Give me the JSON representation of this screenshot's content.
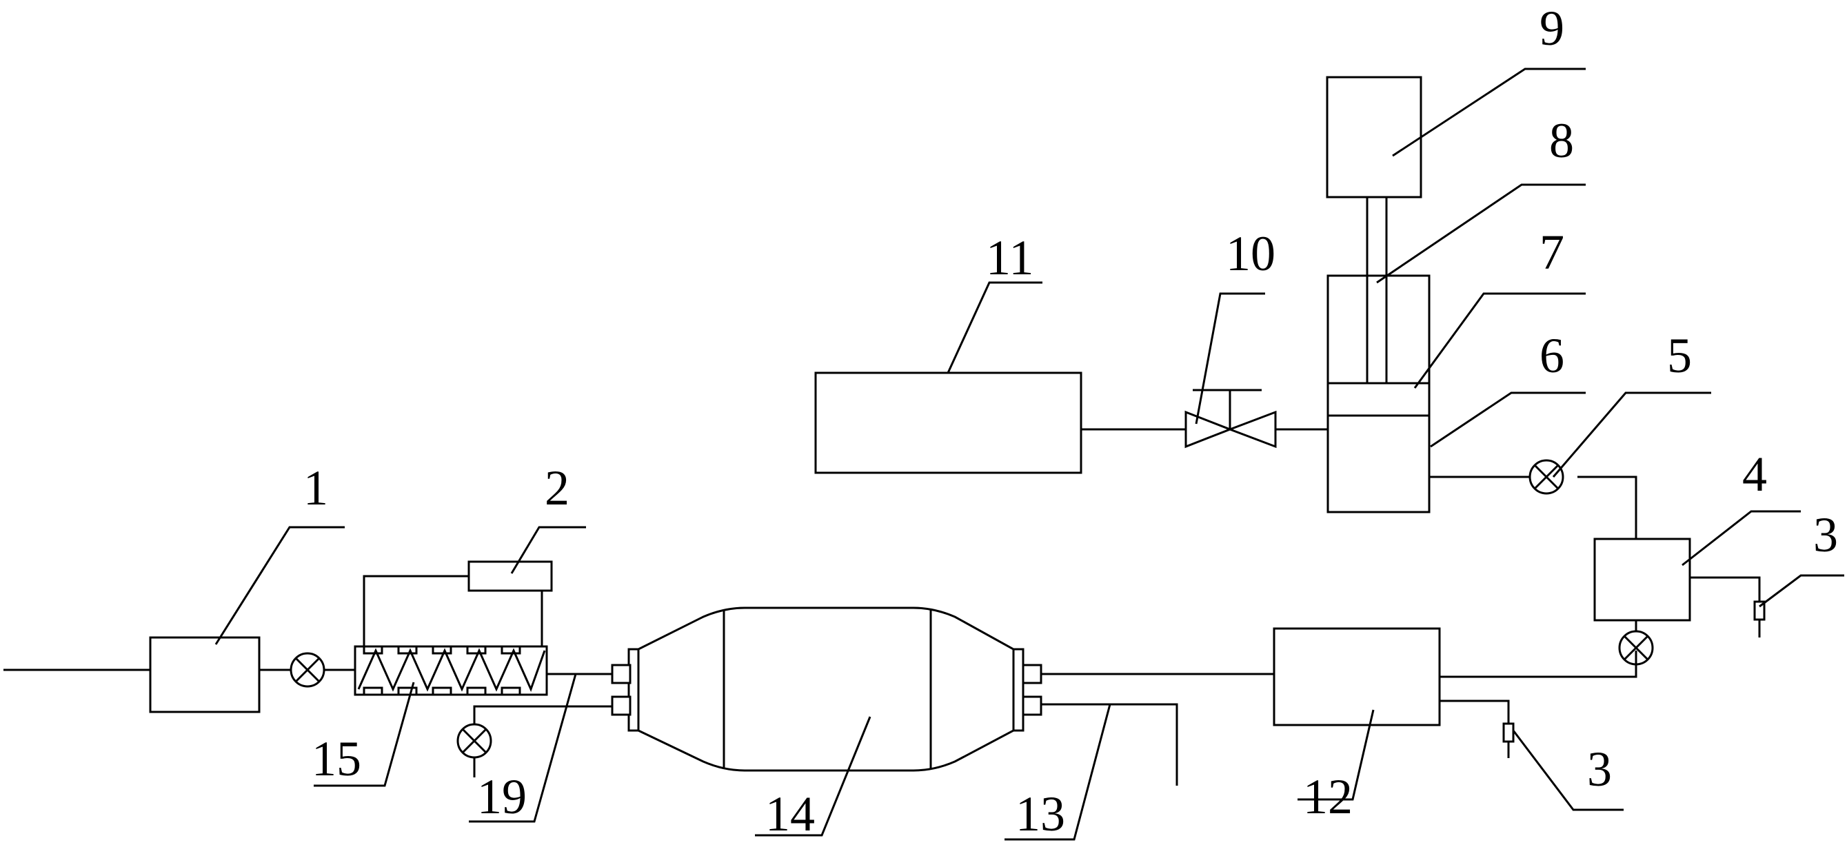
{
  "labels": {
    "l1": "1",
    "l2": "2",
    "l3a": "3",
    "l3b": "3",
    "l4": "4",
    "l5": "5",
    "l6": "6",
    "l7": "7",
    "l8": "8",
    "l9": "9",
    "l10": "10",
    "l11": "11",
    "l12": "12",
    "l13": "13",
    "l14": "14",
    "l15": "15",
    "l19": "19"
  }
}
